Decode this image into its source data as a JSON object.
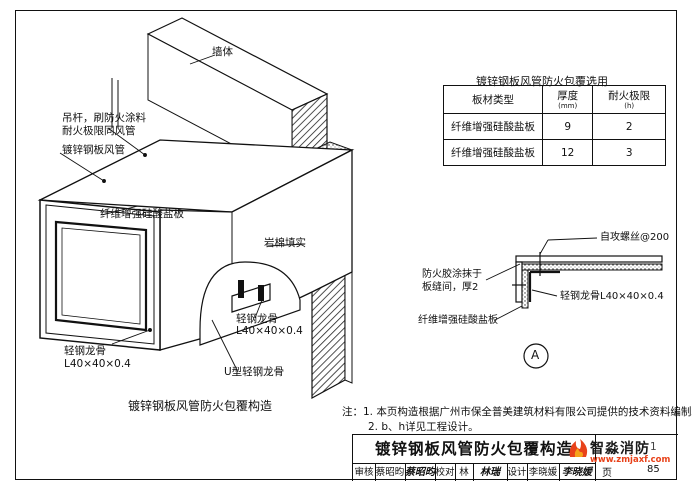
{
  "labels": {
    "wall": "墙体",
    "hanger_line1": "吊杆，刷防火涂料",
    "hanger_line2": "耐火极限同风管",
    "duct": "镀锌钢板风管",
    "board": "纤维增强硅酸盐板",
    "rockwool": "岩棉填实",
    "keel_a": "轻钢龙骨",
    "keel_a_size": "L40×40×0.4",
    "keel_b": "轻钢龙骨",
    "keel_b_size": "L40×40×0.4",
    "u_keel": "U型轻钢龙骨",
    "drawing_caption": "镀锌钢板风管防火包覆构造"
  },
  "detail": {
    "screw": "自攻螺丝@200",
    "glue_line1": "防火胶涂抹于",
    "glue_line2": "板缝间，厚2",
    "keel": "轻钢龙骨L40×40×0.4",
    "board": "纤维增强硅酸盐板",
    "marker": "A"
  },
  "table": {
    "title": "镀锌钢板风管防火包覆选用",
    "headers": [
      "板材类型",
      "厚度",
      "耐火极限"
    ],
    "units": [
      "",
      "(mm)",
      "(h)"
    ],
    "rows": [
      [
        "纤维增强硅酸盐板",
        "9",
        "2"
      ],
      [
        "纤维增强硅酸盐板",
        "12",
        "3"
      ]
    ]
  },
  "notes": [
    "注：1. 本页构造根据广州市保全普美建筑材料有限公司提供的技术资料编制。",
    "2. b、h详见工程设计。"
  ],
  "title_block": {
    "title": "镀锌钢板风管防火包覆构造",
    "row": [
      "审核",
      "蔡昭昀",
      "蔡昭昀",
      "校对",
      "林",
      "林瑞",
      "设计",
      "李晓媛",
      "李晓媛",
      "页"
    ],
    "page_code": "1",
    "page_number": "85"
  },
  "watermark": {
    "name": "智淼消防",
    "url": "www.zmjaxf.com"
  }
}
